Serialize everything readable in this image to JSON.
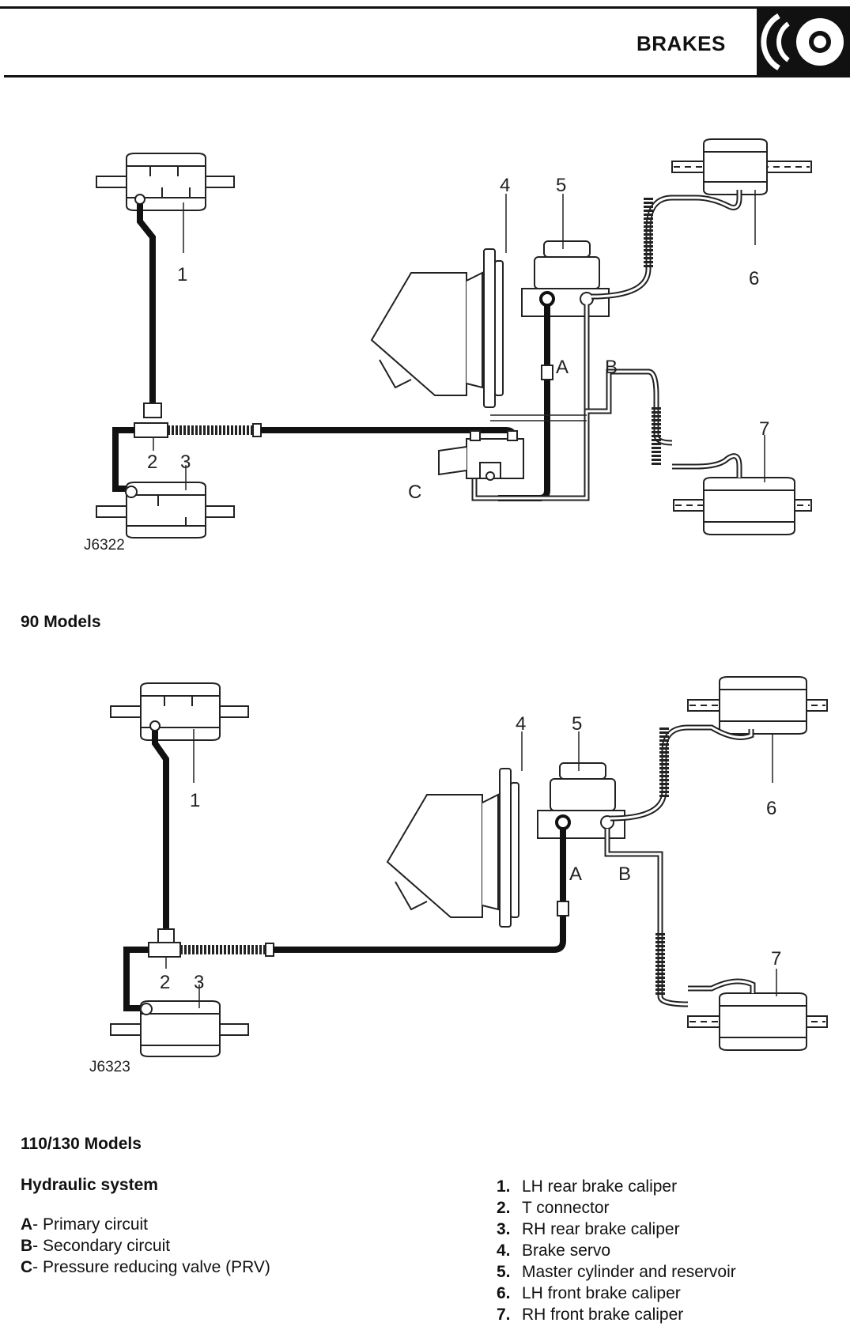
{
  "header": {
    "section_title": "BRAKES",
    "logo_icon": "brake-disc-icon"
  },
  "figures": [
    {
      "id": "fig-90",
      "figure_code": "J6322",
      "caption": "90 Models",
      "callouts": [
        "1",
        "2",
        "3",
        "4",
        "5",
        "6",
        "7",
        "A",
        "B",
        "C"
      ]
    },
    {
      "id": "fig-110",
      "figure_code": "J6323",
      "caption": "110/130 Models",
      "callouts": [
        "1",
        "2",
        "3",
        "4",
        "5",
        "6",
        "7",
        "A",
        "B"
      ]
    }
  ],
  "legend": {
    "title": "Hydraulic system",
    "circuits": [
      {
        "key": "A",
        "label": "- Primary circuit"
      },
      {
        "key": "B",
        "label": "- Secondary circuit"
      },
      {
        "key": "C",
        "label": "- Pressure reducing valve (PRV)"
      }
    ],
    "components": [
      {
        "num": "1.",
        "label": "LH rear brake caliper"
      },
      {
        "num": "2.",
        "label": "T connector"
      },
      {
        "num": "3.",
        "label": "RH rear brake caliper"
      },
      {
        "num": "4.",
        "label": "Brake servo"
      },
      {
        "num": "5.",
        "label": "Master cylinder and reservoir"
      },
      {
        "num": "6.",
        "label": "LH front brake caliper"
      },
      {
        "num": "7.",
        "label": "RH front brake caliper"
      }
    ]
  }
}
